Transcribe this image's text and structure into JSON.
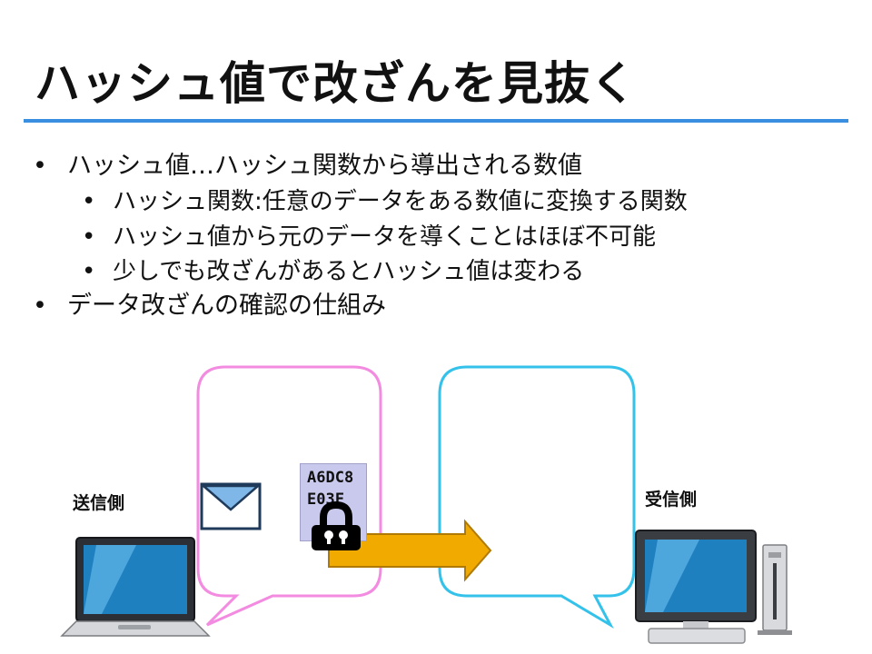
{
  "slide": {
    "title": "ハッシュ値で改ざんを見抜く",
    "bullets": [
      {
        "level": 1,
        "text": "ハッシュ値…ハッシュ関数から導出される数値"
      },
      {
        "level": 2,
        "text": "ハッシュ関数:任意のデータをある数値に変換する関数"
      },
      {
        "level": 2,
        "text": "ハッシュ値から元のデータを導くことはほぼ不可能"
      },
      {
        "level": 2,
        "text": "少しでも改ざんがあるとハッシュ値は変わる"
      },
      {
        "level": 1,
        "text": "データ改ざんの確認の仕組み"
      }
    ],
    "bullet_char": "•"
  },
  "diagram": {
    "sender_label": "送信側",
    "receiver_label": "受信側",
    "hash_lines": [
      "A6DC8",
      "E03F"
    ],
    "colors": {
      "sender_bubble": "#f38be0",
      "receiver_bubble": "#34c2ea",
      "arrow": "#f0aa00",
      "rule": "#3b8fe0"
    },
    "icons": [
      "envelope-icon",
      "padlock-icon",
      "laptop-icon",
      "desktop-computer-icon",
      "arrow-icon"
    ]
  }
}
